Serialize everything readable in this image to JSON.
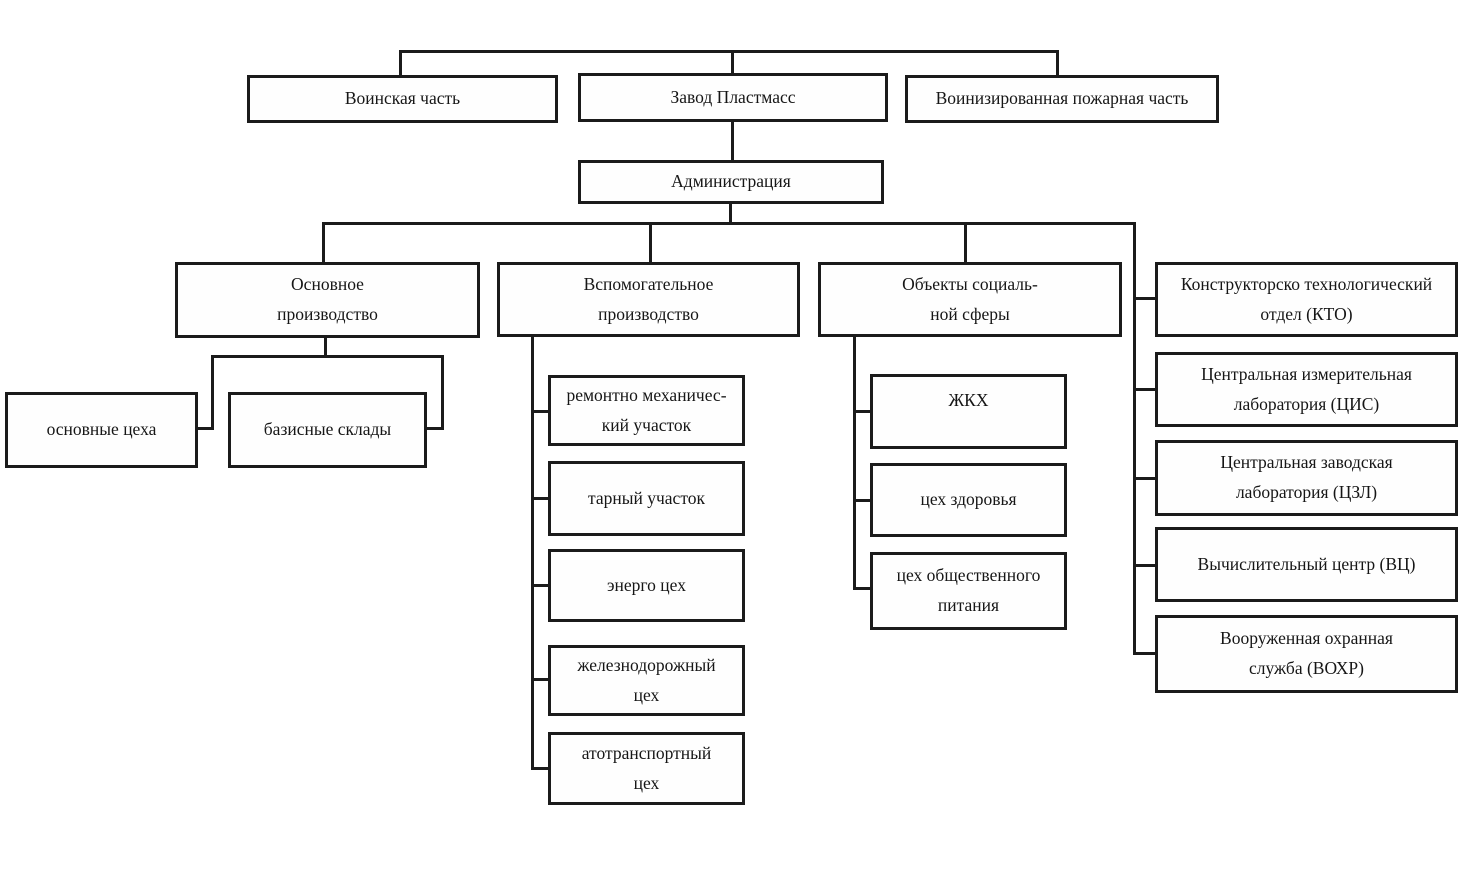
{
  "diagram_type": "org-chart",
  "colors": {
    "line": "#1b1b1b",
    "text": "#161616",
    "background": "#ffffff"
  },
  "nodes": {
    "military_unit": "Воинская часть",
    "plastics_plant": "Завод Пластмасс",
    "fire_unit": "Воинизированная  пожарная часть",
    "administration": "Администрация",
    "main_production": "Основное\nпроизводство",
    "auxiliary_production": "Вспомогательное\nпроизводство",
    "social_objects": "Объекты социаль-\nной сферы",
    "main_shops": "основные цеха",
    "base_warehouses": "базисные склады",
    "repair_mechanical_section": "ремонтно механичес-\nкий участок",
    "container_section": "тарный участок",
    "energy_shop": "энерго цех",
    "railway_shop": "железнодорожный\nцех",
    "auto_transport_shop": "атотранспортный\nцех",
    "zhkh": "ЖКХ",
    "health_shop": "цех здоровья",
    "catering_shop": "цех общественного\nпитания",
    "design_tech_dept": "Конструкторско технологический\nотдел (КТО)",
    "central_measuring_lab": "Центральная измерительная\nлаборатория (ЦИС)",
    "central_plant_lab": "Центральная заводская\nлаборатория (ЦЗЛ)",
    "computing_center": "Вычислительный центр (ВЦ)",
    "armed_guard_service": "Вооруженная охранная\nслужба (ВОХР)"
  }
}
